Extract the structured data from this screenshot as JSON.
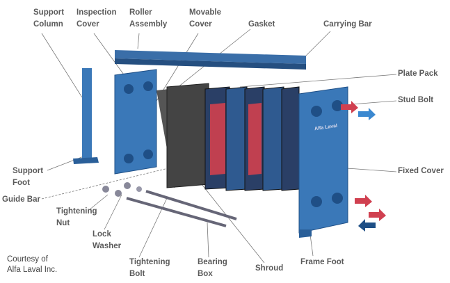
{
  "labels": {
    "support_column": [
      "Support",
      "Column"
    ],
    "inspection_cover": [
      "Inspection",
      "Cover"
    ],
    "roller_assembly": [
      "Roller",
      "Assembly"
    ],
    "movable_cover": [
      "Movable",
      "Cover"
    ],
    "gasket": "Gasket",
    "carrying_bar": "Carrying Bar",
    "plate_pack": "Plate Pack",
    "stud_bolt": "Stud Bolt",
    "fixed_cover": "Fixed Cover",
    "support_foot": [
      "Support",
      "Foot"
    ],
    "guide_bar": "Guide Bar",
    "tightening_nut": [
      "Tightening",
      "Nut"
    ],
    "lock_washer": [
      "Lock",
      "Washer"
    ],
    "tightening_bolt": [
      "Tightening",
      "Bolt"
    ],
    "bearing_box": [
      "Bearing",
      "Box"
    ],
    "shroud": "Shroud",
    "frame_foot": "Frame Foot"
  },
  "logo_text": "Alfa Laval",
  "credit": [
    "Courtesy of",
    "Alfa Laval Inc."
  ],
  "colors": {
    "steel_blue": "#3a78b8",
    "dark_blue": "#1f4f86",
    "hot": "#d04050",
    "cold": "#3a88d0",
    "label": "#5a5a5a"
  }
}
